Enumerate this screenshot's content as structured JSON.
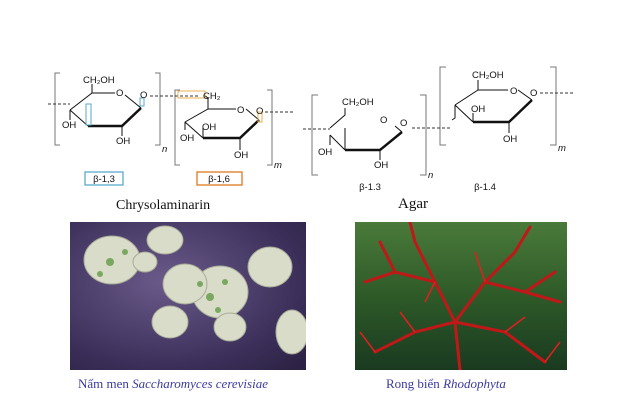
{
  "structures": {
    "chrysolaminarin": {
      "title": "Chrysolaminarin",
      "unit1": {
        "ch2oh": "CH₂OH",
        "ring_o": "O",
        "link_o": "O",
        "oh_left": "OH",
        "oh_bottom": "OH",
        "repeat": "n"
      },
      "unit2": {
        "ch2": "CH₂",
        "ring_o": "O",
        "link_o": "O",
        "oh_mid": "OH",
        "oh_left": "OH",
        "oh_bottom": "OH",
        "repeat": "m"
      },
      "linkages": [
        {
          "label": "β-1,3",
          "color": "#5aaacc"
        },
        {
          "label": "β-1,6",
          "color": "#e07a20"
        }
      ]
    },
    "agar": {
      "title": "Agar",
      "unit1": {
        "ch2oh": "CH₂OH",
        "ring_o": "O",
        "link_o": "O",
        "oh_left": "OH",
        "oh_bottom": "OH",
        "repeat": "n",
        "linkage": "β-1.3"
      },
      "unit2": {
        "ch2oh": "CH₂OH",
        "ring_o": "O",
        "link_o": "O",
        "oh_mid": "OH",
        "oh_bottom": "OH",
        "repeat": "m",
        "linkage": "β-1.4"
      }
    }
  },
  "photos": {
    "yeast": {
      "caption_prefix": "Nấm men ",
      "caption_species": "Saccharomyces cerevisiae"
    },
    "seaweed": {
      "caption_prefix": "Rong biển ",
      "caption_species": "Rhodophyta"
    }
  },
  "colors": {
    "caption": "#3a3aa0",
    "beta13_box": "#5aaacc",
    "beta16_box": "#e07a20"
  }
}
